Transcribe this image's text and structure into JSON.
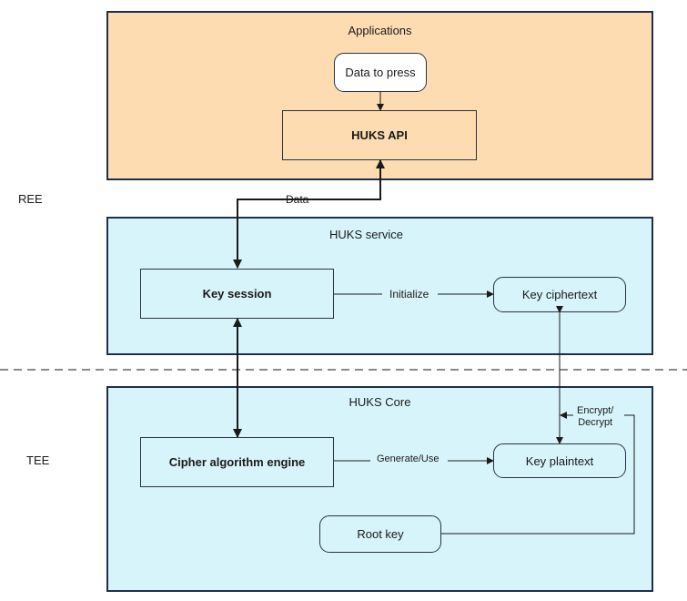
{
  "colors": {
    "applications_fill": "#fcdcb0",
    "service_fill": "#d7f4fa",
    "core_fill": "#d7f4fa",
    "border": "#1e2f4a",
    "arrow": "#1a1a1a"
  },
  "zones": {
    "ree": "REE",
    "tee": "TEE"
  },
  "applications": {
    "title": "Applications",
    "data_box": "Data to press",
    "api_box": "HUKS API"
  },
  "service": {
    "title": "HUKS service",
    "key_session": "Key session",
    "key_ciphertext": "Key ciphertext"
  },
  "core": {
    "title": "HUKS Core",
    "cipher_engine": "Cipher algorithm engine",
    "key_plaintext": "Key plaintext",
    "root_key": "Root key"
  },
  "edges": {
    "data": "Data",
    "initialize": "Initialize",
    "generate_use": "Generate/Use",
    "encrypt_line1": "Encrypt/",
    "encrypt_line2": "Decrypt"
  }
}
